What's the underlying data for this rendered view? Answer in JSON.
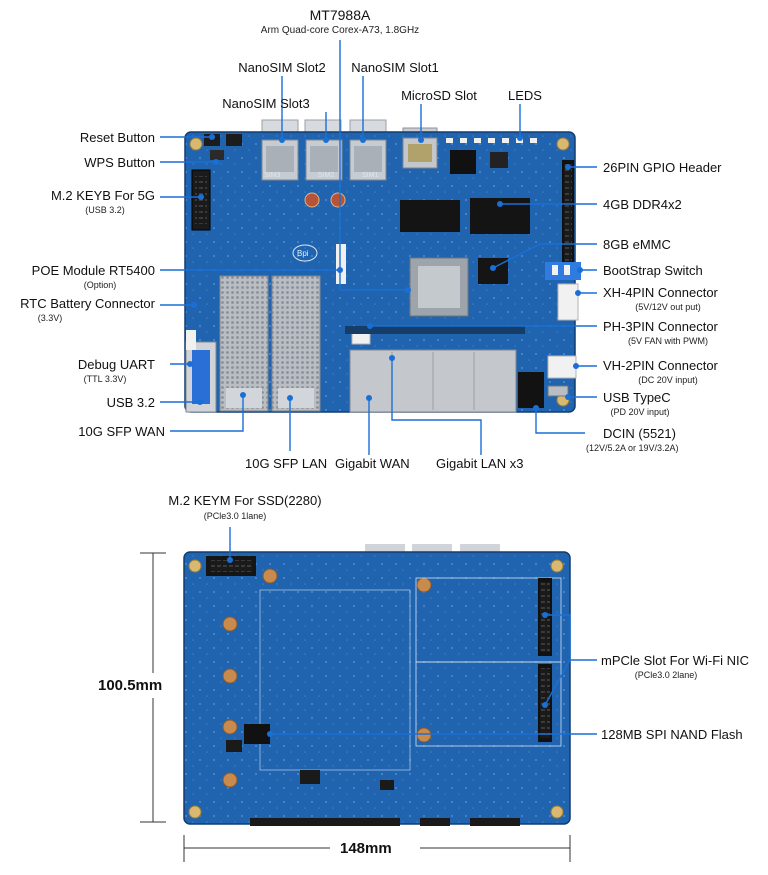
{
  "colors": {
    "pcb": "#1f5fa8",
    "pcb_dark": "#174b88",
    "leader": "#1a6fd6",
    "copper": "#c8a255",
    "metal": "#c9cdd2"
  },
  "top_labels": {
    "soc_title": "MT7988A",
    "soc_desc": "Arm Quad-core Corex-A73, 1.8GHz",
    "nanosim_slot2": "NanoSIM Slot2",
    "nanosim_slot1": "NanoSIM Slot1",
    "nanosim_slot3": "NanoSIM Slot3",
    "microsd_slot": "MicroSD Slot",
    "leds": "LEDS"
  },
  "left_labels": {
    "reset_button": "Reset Button",
    "wps_button": "WPS Button",
    "m2_keyb": "M.2 KEYB For 5G",
    "m2_keyb_note": "(USB 3.2)",
    "poe_module": "POE Module RT5400",
    "poe_note": "(Option)",
    "rtc_battery": "RTC Battery Connector",
    "rtc_note": "(3.3V)",
    "debug_uart": "Debug UART",
    "debug_note": "(TTL 3.3V)",
    "usb32": "USB 3.2",
    "sfp_wan": "10G SFP WAN"
  },
  "right_labels": {
    "gpio_header": "26PIN GPIO Header",
    "ddr": "4GB DDR4x2",
    "emmc": "8GB eMMC",
    "bootstrap": "BootStrap Switch",
    "xh4pin": "XH-4PIN Connector",
    "xh4pin_note": "(5V/12V out put)",
    "ph3pin": "PH-3PIN Connector",
    "ph3pin_note": "(5V FAN with PWM)",
    "vh2pin": "VH-2PIN Connector",
    "vh2pin_note": "(DC 20V input)",
    "usb_typec": "USB TypeC",
    "usb_typec_note": "(PD 20V input)",
    "dcin": "DCIN (5521)",
    "dcin_note": "(12V/5.2A or 19V/3.2A)"
  },
  "bottom_labels": {
    "sfp_lan": "10G SFP LAN",
    "gigabit_wan": "Gigabit WAN",
    "gigabit_lan": "Gigabit LAN x3"
  },
  "back_labels": {
    "m2_keym": "M.2 KEYM For SSD(2280)",
    "m2_keym_note": "(PCle3.0 1lane)",
    "mpcie": "mPCle Slot For Wi-Fi NIC",
    "mpcie_note": "(PCle3.0 2lane)",
    "spi_nand": "128MB SPI NAND Flash",
    "height": "100.5mm",
    "width": "148mm"
  },
  "board_marks": {
    "sim1": "SIM1",
    "sim2": "SIM2",
    "sim3": "SIM3",
    "bpi": "Bpi"
  }
}
